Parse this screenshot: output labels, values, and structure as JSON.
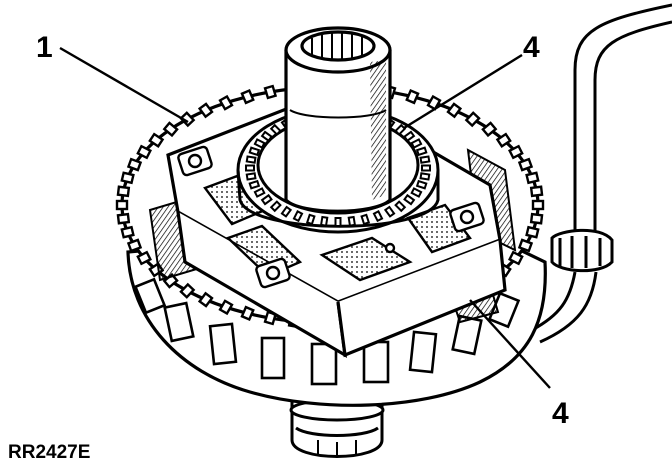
{
  "figure": {
    "id_label": "RR2427E",
    "description_hidden": ""
  },
  "callouts": [
    {
      "key": "callout-1",
      "text": "1"
    },
    {
      "key": "callout-4-top",
      "text": "4"
    },
    {
      "key": "callout-4-bottom",
      "text": "4"
    }
  ],
  "colors": {
    "ink": "#000000",
    "paper": "#ffffff",
    "shade": "#9a9a9a"
  }
}
